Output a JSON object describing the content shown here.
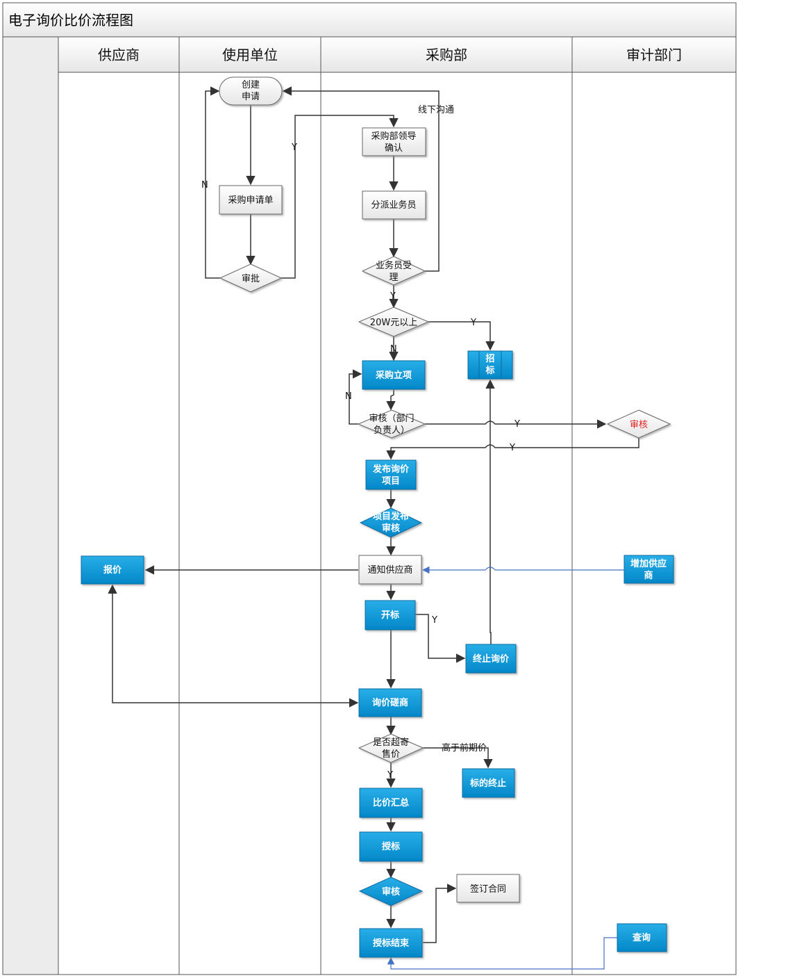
{
  "title": "电子询价比价流程图",
  "lanes": [
    "供应商",
    "使用单位",
    "采购部",
    "审计部门"
  ],
  "nodes": {
    "create_request": [
      "创建",
      "申请"
    ],
    "purchase_form": [
      "采购申请单"
    ],
    "approve": [
      "审批"
    ],
    "leader_confirm": [
      "采购部领导",
      "确认"
    ],
    "assign_staff": [
      "分派业务员"
    ],
    "staff_accept": [
      "业务员受",
      "理"
    ],
    "over_20w": [
      "20W元以上"
    ],
    "tender": [
      "招",
      "标"
    ],
    "project_setup": [
      "采购立项"
    ],
    "dept_review": [
      "审核（部门",
      "负责人）"
    ],
    "audit_review": [
      "审核"
    ],
    "publish_inquiry": [
      "发布询价",
      "项目"
    ],
    "publish_review": [
      "项目发布",
      "审核"
    ],
    "notify_supplier": [
      "通知供应商"
    ],
    "quote": [
      "报价"
    ],
    "add_supplier": [
      "增加供应",
      "商"
    ],
    "open_bid": [
      "开标"
    ],
    "terminate_inquiry": [
      "终止询价"
    ],
    "negotiate": [
      "询价磋商"
    ],
    "over_consign": [
      "是否超寄",
      "售价"
    ],
    "target_terminate": [
      "标的终止"
    ],
    "compare_summary": [
      "比价汇总"
    ],
    "award": [
      "授标"
    ],
    "final_review": [
      "审核"
    ],
    "sign_contract": [
      "签订合同"
    ],
    "award_end": [
      "授标结束"
    ],
    "query": [
      "查询"
    ]
  },
  "labels": {
    "offline": "线下沟通",
    "n1": "N",
    "y1": "Y",
    "y2": "Y",
    "n2": "N",
    "y3": "Y",
    "n3": "N",
    "y4": "Y",
    "y5": "Y",
    "y6": "Y",
    "higher": "高于前期价",
    "y7": "Y"
  },
  "colors": {
    "blue": "#0a9ad8",
    "gray_fill": "#f2f2f2",
    "line": "#333333",
    "blue_line": "#4472c4",
    "red_text": "#e02020"
  }
}
